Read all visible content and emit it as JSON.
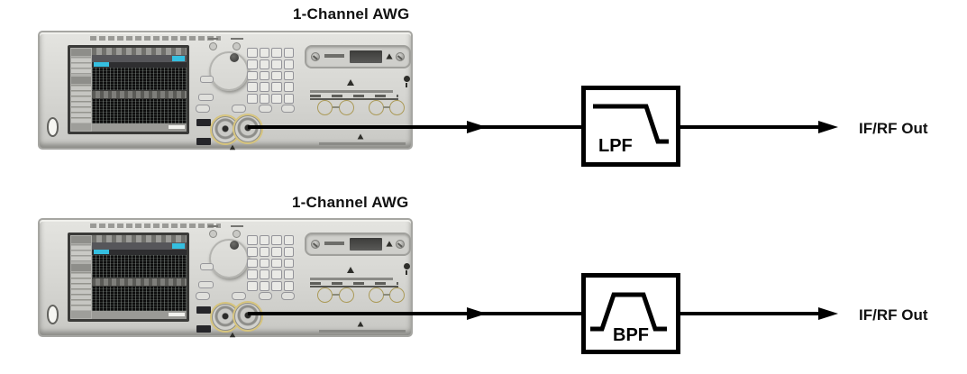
{
  "diagram": {
    "rows": [
      {
        "device_label": "1-Channel AWG",
        "filter_label": "LPF",
        "filter_icon": "low-pass-response-icon",
        "output_label": "IF/RF Out"
      },
      {
        "device_label": "1-Channel AWG",
        "filter_label": "BPF",
        "filter_icon": "band-pass-response-icon",
        "output_label": "IF/RF Out"
      }
    ],
    "colors": {
      "diagram_ink": "#000000",
      "panel_gray": "#d6d6d2",
      "screen_cyan": "#35bfe0",
      "connector_gold": "#dcca82"
    }
  }
}
